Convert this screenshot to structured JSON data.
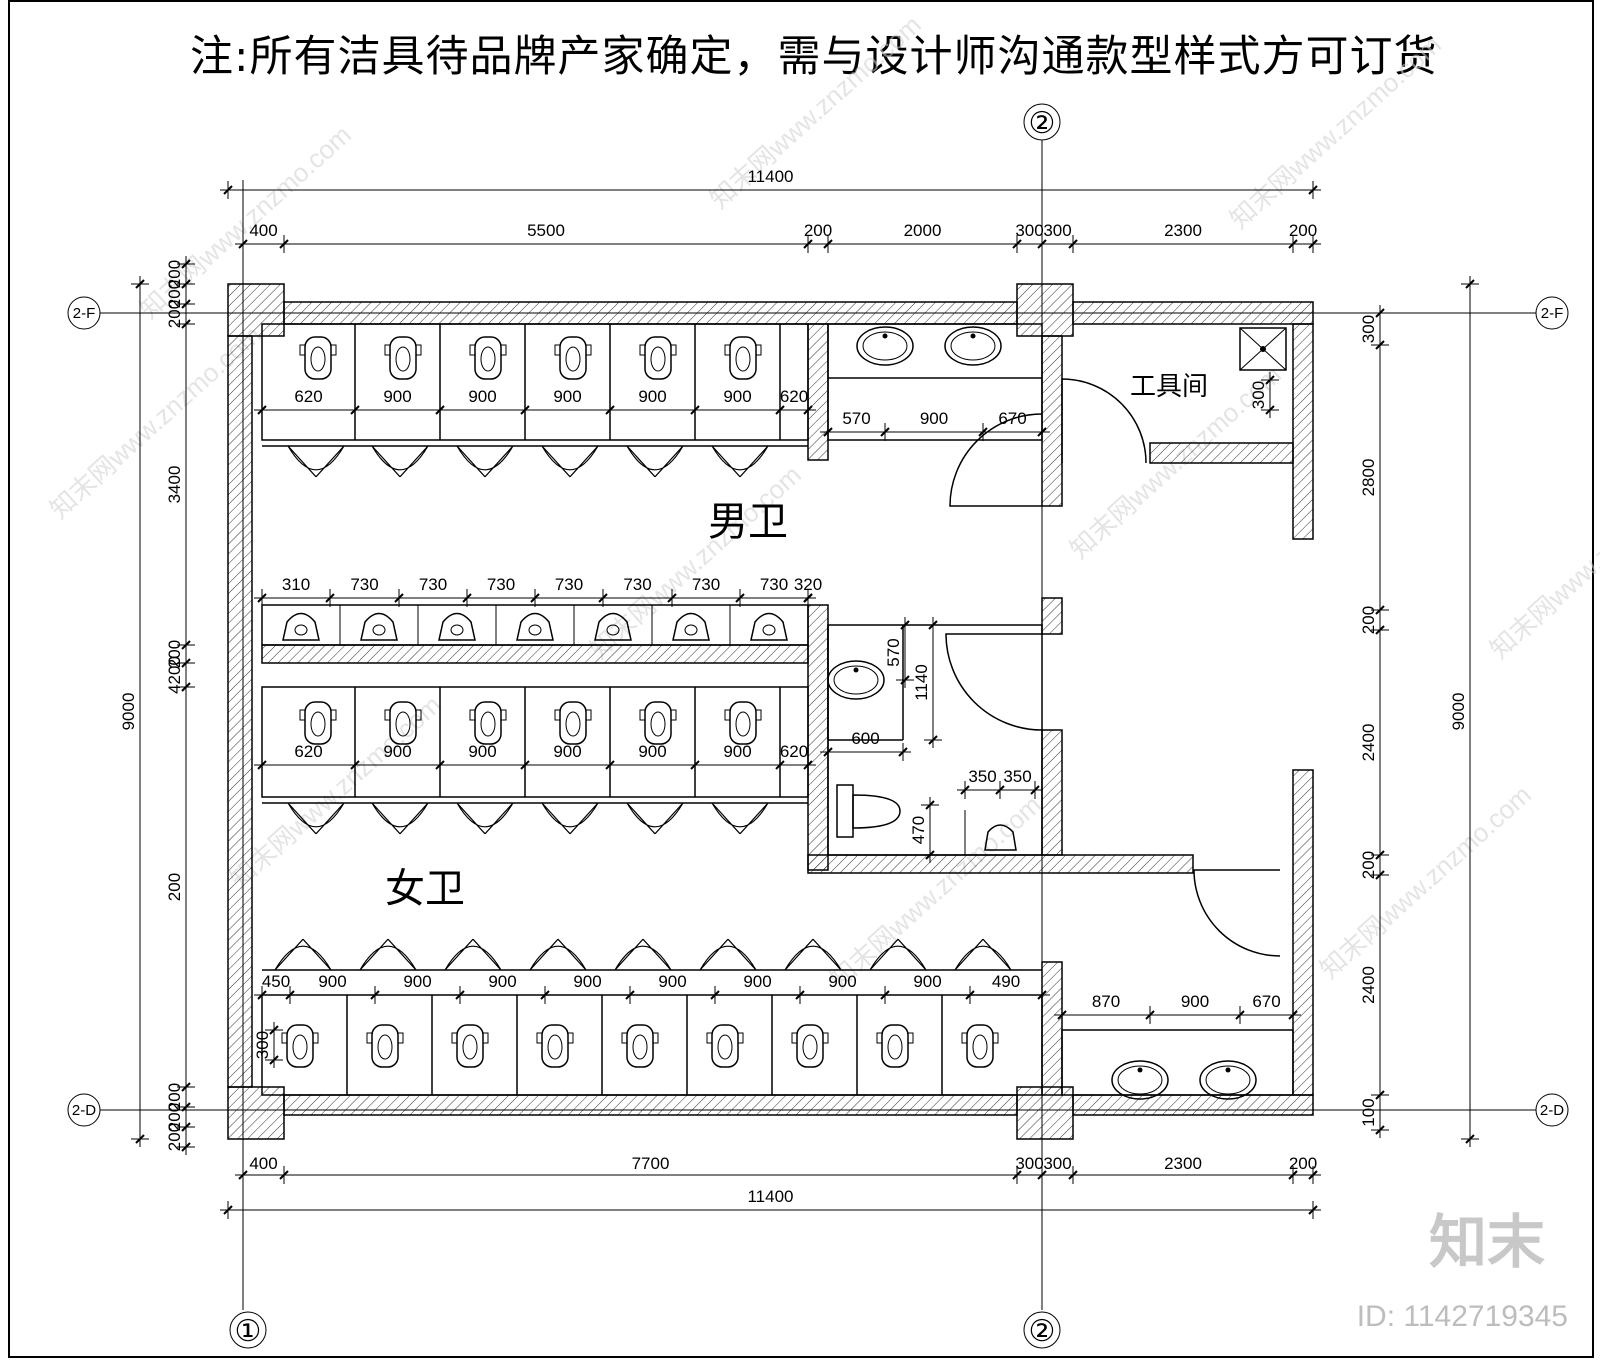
{
  "note": "注:所有洁具待品牌产家确定，需与设计师沟通款型样式方可订货",
  "rooms": {
    "men": "男卫",
    "women": "女卫",
    "tools": "工具间"
  },
  "axes": {
    "col1": "①",
    "col2": "②",
    "rowF": "2-F",
    "rowD": "2-D"
  },
  "dims": {
    "top_total": "11400",
    "top": [
      "400",
      "5500",
      "200",
      "2000",
      "300",
      "300",
      "2300",
      "200"
    ],
    "bottom": [
      "400",
      "7700",
      "300",
      "300",
      "2300",
      "200"
    ],
    "bottom_total": "11400",
    "left_total": "9000",
    "left": [
      "200",
      "200",
      "200",
      "3400",
      "200",
      "4200",
      "200",
      "200",
      "200",
      "200"
    ],
    "right_total": "9000",
    "right": [
      "300",
      "2800",
      "200",
      "2400",
      "200",
      "2400",
      "100"
    ],
    "men_squat": [
      "620",
      "900",
      "900",
      "900",
      "900",
      "900",
      "620"
    ],
    "urinals": [
      "310",
      "730",
      "730",
      "730",
      "730",
      "730",
      "730",
      "730",
      "320"
    ],
    "basins_top": [
      "570",
      "900",
      "670"
    ],
    "women_top": [
      "620",
      "900",
      "900",
      "900",
      "900",
      "900",
      "620"
    ],
    "women_bottom": [
      "450",
      "900",
      "900",
      "900",
      "900",
      "900",
      "900",
      "900",
      "900",
      "490"
    ],
    "basins_bottom": [
      "870",
      "900",
      "670"
    ],
    "accessible": [
      "570",
      "1140",
      "600",
      "350",
      "350",
      "470"
    ],
    "mop_sink": "300",
    "squat_offset": "300"
  },
  "watermark": "知末网www.znzmo.com",
  "brand": "知末",
  "doc_id": "ID: 1142719345"
}
